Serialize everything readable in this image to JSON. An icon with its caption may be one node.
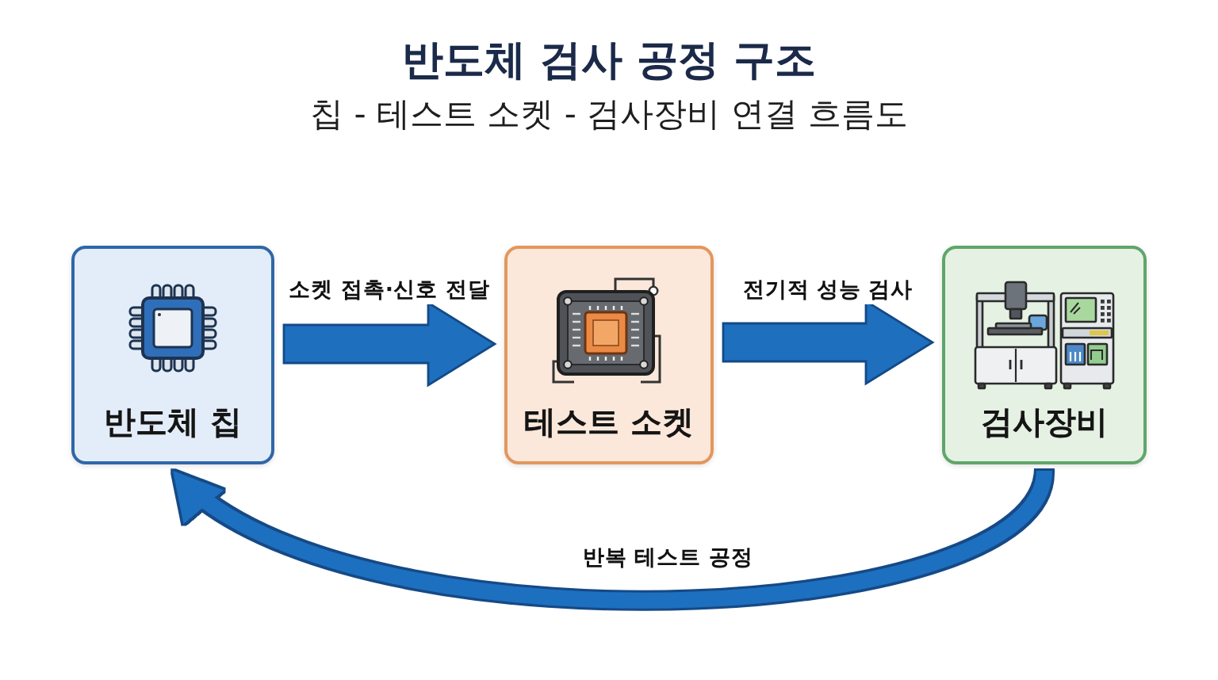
{
  "diagram": {
    "title": "반도체 검사 공정 구조",
    "nodes": [
      {
        "text": [
          "반도체 칩"
        ]
      },
      {
        "text": [
          "테스트 소켓"
        ]
      },
      {
        "text": [
          "검사장비"
        ]
      }
    ],
    "edges": [
      {
        "from": 0,
        "to": 1,
        "arrow": "to",
        "label": "소켓 접촉·신호 전달"
      },
      {
        "from": 1,
        "to": 2,
        "arrow": "to",
        "label": "전기적 성능 검사"
      },
      {
        "from": 2,
        "to": 0,
        "arrow": "to",
        "label": "반복 테스트 공정"
      }
    ],
    "labels": [
      "칩 - 테스트 소켓 - 검사장비 연결 흐름도"
    ]
  }
}
